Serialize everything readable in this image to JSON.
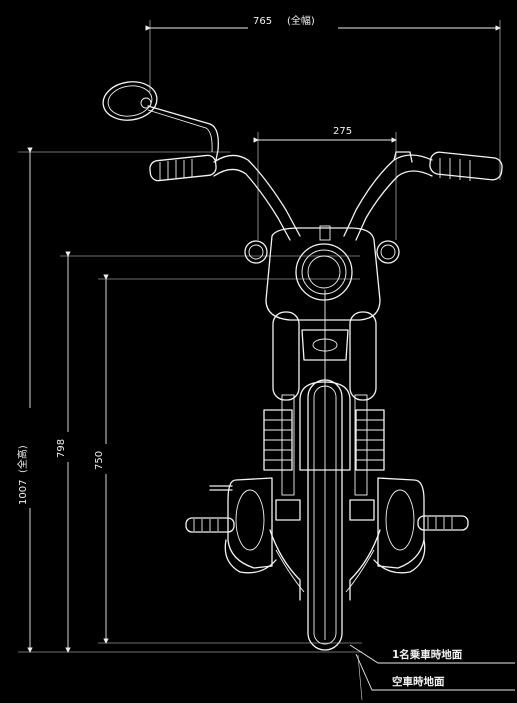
{
  "dimensions": {
    "overall_width": {
      "value": "765",
      "label": "(全幅)"
    },
    "handlebar_span": {
      "value": "275"
    },
    "overall_height": {
      "value": "1007",
      "label": "(全高)"
    },
    "height_798": {
      "value": "798"
    },
    "height_750": {
      "value": "750"
    }
  },
  "ground_labels": {
    "loaded": "1名乗車時地面",
    "unloaded": "空車時地面"
  },
  "colors": {
    "background": "#000000",
    "line": "#f2f2f2"
  }
}
